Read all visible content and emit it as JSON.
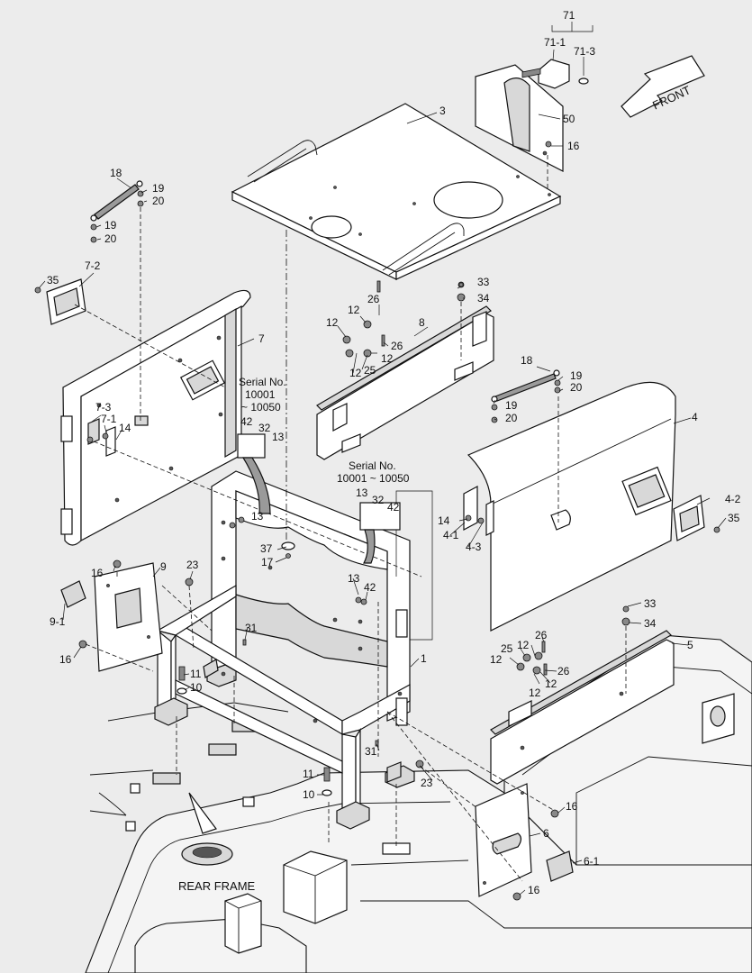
{
  "direction_label": "FRONT",
  "frame_label": "REAR FRAME",
  "serial_notes": [
    {
      "title": "Serial No.",
      "range_line1": "10001",
      "range_line2": "~ 10050"
    },
    {
      "title": "Serial No.",
      "range_line1": "10001 ~ 10050",
      "range_line2": ""
    }
  ],
  "callouts": {
    "c71": "71",
    "c71_1": "71-1",
    "c71_3": "71-3",
    "c3": "3",
    "c50": "50",
    "c16_top": "16",
    "c18_left": "18",
    "c19_a": "19",
    "c20_a": "20",
    "c19_b": "19",
    "c20_b": "20",
    "c7_2": "7-2",
    "c35_left": "35",
    "c7": "7",
    "c7_3": "7-3",
    "c7_1": "7-1",
    "c14_left": "14",
    "c33_top": "33",
    "c34_top": "34",
    "c26_a": "26",
    "c12_a": "12",
    "c12_b": "12",
    "c26_b": "26",
    "c8": "8",
    "c12_c": "12",
    "c25_a": "25",
    "c12_d": "12",
    "c42_a": "42",
    "c32_a": "32",
    "c13_a": "13",
    "c13_b": "13",
    "c18_right": "18",
    "c19_c": "19",
    "c20_c": "20",
    "c19_d": "19",
    "c20_d": "20",
    "c4": "4",
    "c13_c": "13",
    "c32_b": "32",
    "c42_b": "42",
    "c14_right": "14",
    "c4_1": "4-1",
    "c4_3": "4-3",
    "c4_2": "4-2",
    "c35_right": "35",
    "c37": "37",
    "c17": "17",
    "c13_d": "13",
    "c42_c": "42",
    "c16_a": "16",
    "c9": "9",
    "c23_a": "23",
    "c9_1": "9-1",
    "c16_b": "16",
    "c31_a": "31",
    "c11_a": "11",
    "c10_a": "10",
    "c1": "1",
    "c33_bot": "33",
    "c34_bot": "34",
    "c12_e": "12",
    "c26_c": "26",
    "c25_b": "25",
    "c5": "5",
    "c12_f": "12",
    "c26_d": "26",
    "c12_g": "12",
    "c12_h": "12",
    "c31_b": "31",
    "c11_b": "11",
    "c23_b": "23",
    "c10_b": "10",
    "c16_c": "16",
    "c6": "6",
    "c6_1": "6-1",
    "c16_d": "16"
  }
}
